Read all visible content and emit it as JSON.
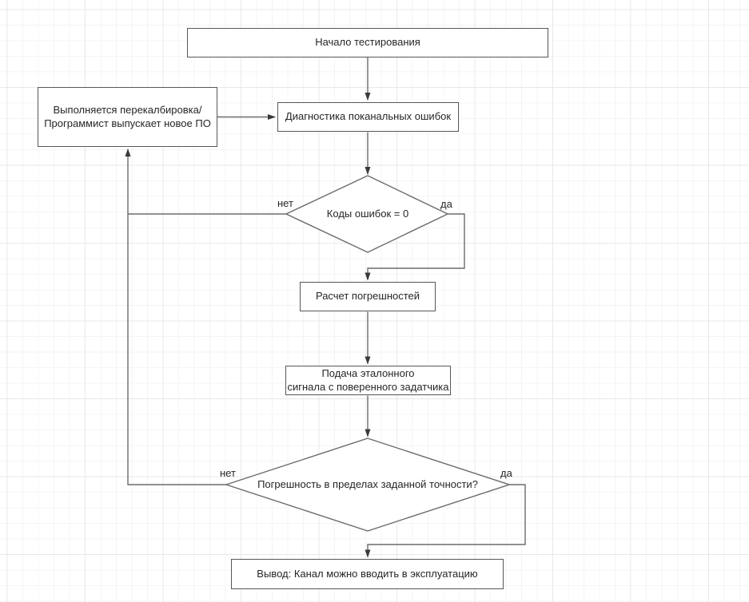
{
  "nodes": {
    "start": "Начало тестирования",
    "recalibration": "Выполняется перекалбировка/\nПрограммист выпускает новое ПО",
    "diagnostics": "Диагностика поканальных ошибок",
    "decision_codes": "Коды ошибок = 0",
    "calc": "Расчет погрешностей",
    "reference": "Подача эталонного\nсигнала с поверенного задатчика",
    "decision_accuracy": "Погрешность в пределах заданной точности?",
    "conclusion": "Вывод: Канал можно вводить в эксплуатацию"
  },
  "edge_labels": {
    "codes_no": "нет",
    "codes_yes": "да",
    "accuracy_no": "нет",
    "accuracy_yes": "да"
  },
  "colors": {
    "background": "#ffffff",
    "grid_minor": "#f4f4f4",
    "grid_major": "#e8e8e8",
    "shape_fill": "#ffffff",
    "shape_stroke": "#6b6b6b",
    "box_border": "#575757",
    "arrowhead": "#3a3a3a",
    "text": "#262626"
  }
}
